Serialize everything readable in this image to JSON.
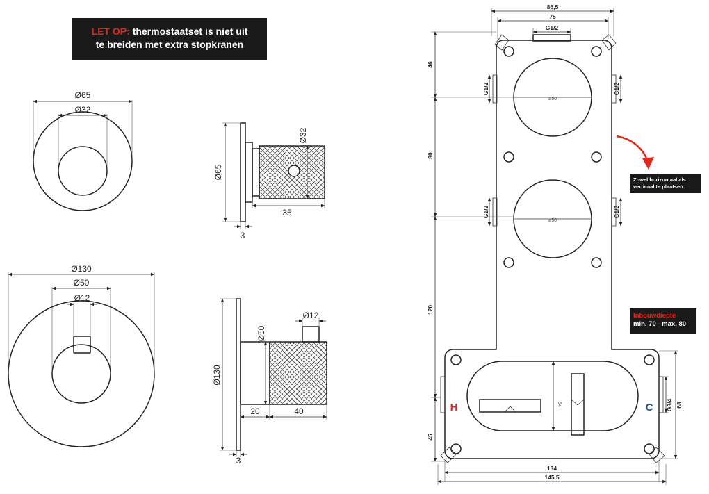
{
  "warning": {
    "highlight": "LET OP:",
    "line1": "thermostaatset is niet uit",
    "line2": "te breiden met extra stopkranen",
    "highlight_color": "#e0281c"
  },
  "small_rosette": {
    "outer_diameter": "Ø65",
    "inner_diameter": "Ø32"
  },
  "small_side": {
    "height": "Ø65",
    "knob_diameter": "Ø32",
    "length": "35",
    "plate_thickness": "3"
  },
  "large_rosette": {
    "outer_diameter": "Ø130",
    "mid_diameter": "Ø50",
    "spindle_diameter": "Ø12"
  },
  "large_side": {
    "spindle": "Ø12",
    "knob": "Ø50",
    "height": "Ø130",
    "depth1": "20",
    "depth2": "40",
    "plate_thickness": "3"
  },
  "box": {
    "width_outer": "86,5",
    "width_inner": "75",
    "top_thread": "G1/2",
    "left_thread_upper": "G1/2",
    "right_thread_upper": "G1/2",
    "left_thread_lower": "G1/2",
    "right_thread_lower": "G1/2",
    "circle_upper": "ø50",
    "circle_lower": "ø50",
    "v_dim_top": "46",
    "v_dim_mid": "80",
    "v_dim_lower": "120",
    "v_dim_bottom": "45",
    "inner_height": "54",
    "hot_label": "H",
    "cold_label": "C",
    "right_thread": "G3/4",
    "right_height": "68",
    "bottom_inner": "134",
    "bottom_outer": "145,5",
    "hot_color": "#d42b2b",
    "cold_color": "#1f4f8a",
    "arrow_color": "#e0281c"
  },
  "notes": {
    "orientation": "Zowel horizontaal als verticaal te plaatsen.",
    "depth_title": "Inbouwdiepte",
    "depth_value": "min. 70 - max. 80"
  }
}
